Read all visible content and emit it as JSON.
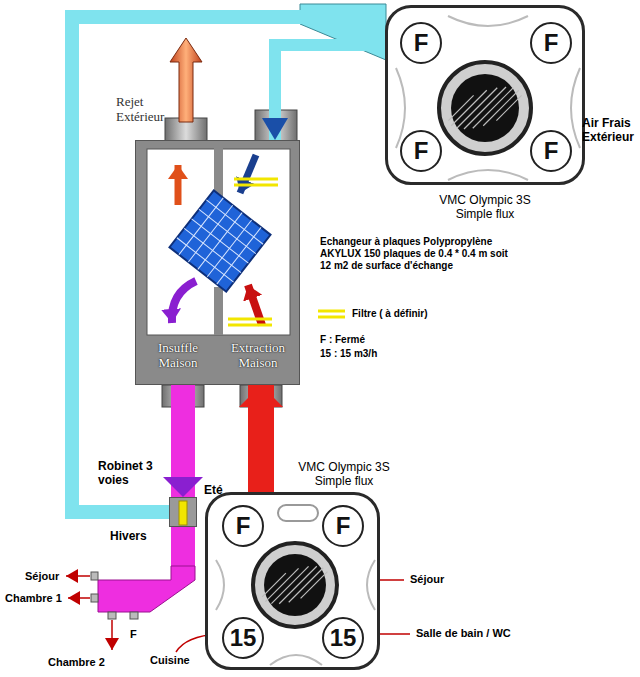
{
  "diagram": {
    "nodes": [
      {
        "text": [
          "VMC Olympic 3S Simple flux"
        ]
      },
      {
        "text": [
          "F"
        ],
        "in": 0
      },
      {
        "text": [
          "F"
        ],
        "in": 0
      },
      {
        "text": [
          "F"
        ],
        "in": 0
      },
      {
        "text": [
          "F"
        ],
        "in": 0
      },
      {
        "text": [
          "Rejet Extérieur",
          "Insuffle Maison",
          "Extraction Maison"
        ]
      },
      {
        "text": [
          "VMC Olympic 3S Simple flux"
        ]
      },
      {
        "text": [
          "F"
        ],
        "in": 6
      },
      {
        "text": [
          "F"
        ],
        "in": 6
      },
      {
        "text": [
          "15"
        ],
        "in": 6
      },
      {
        "text": [
          "15"
        ],
        "in": 6
      },
      {
        "text": [
          "Robinet 3 voies",
          "Eté",
          "Hivers"
        ]
      },
      {
        "text": [
          "Séjour",
          "Chambre 1",
          "Chambre 2",
          "F"
        ]
      }
    ],
    "edges": [
      {
        "from": 0,
        "to": 5,
        "arrow": "to"
      },
      {
        "from": 0,
        "to": 11,
        "arrow": "none"
      },
      {
        "from": 6,
        "to": 5,
        "arrow": "to"
      },
      {
        "from": 5,
        "to": 11,
        "arrow": "to"
      },
      {
        "from": 11,
        "to": 12,
        "arrow": "none"
      }
    ],
    "labels": [
      "Air Frais Extérieur",
      "Echangeur à plaques Polypropylène AKYLUX 150 plaques de 0.4 * 0.4 m soit 12 m2 de surface d'échange",
      "F : Fermé",
      "15 : 15 m3/h",
      "Séjour",
      "Salle de bain / WC",
      "Cuisine"
    ],
    "legend": [
      {
        "text": "Filtre ( à définir)"
      }
    ]
  }
}
